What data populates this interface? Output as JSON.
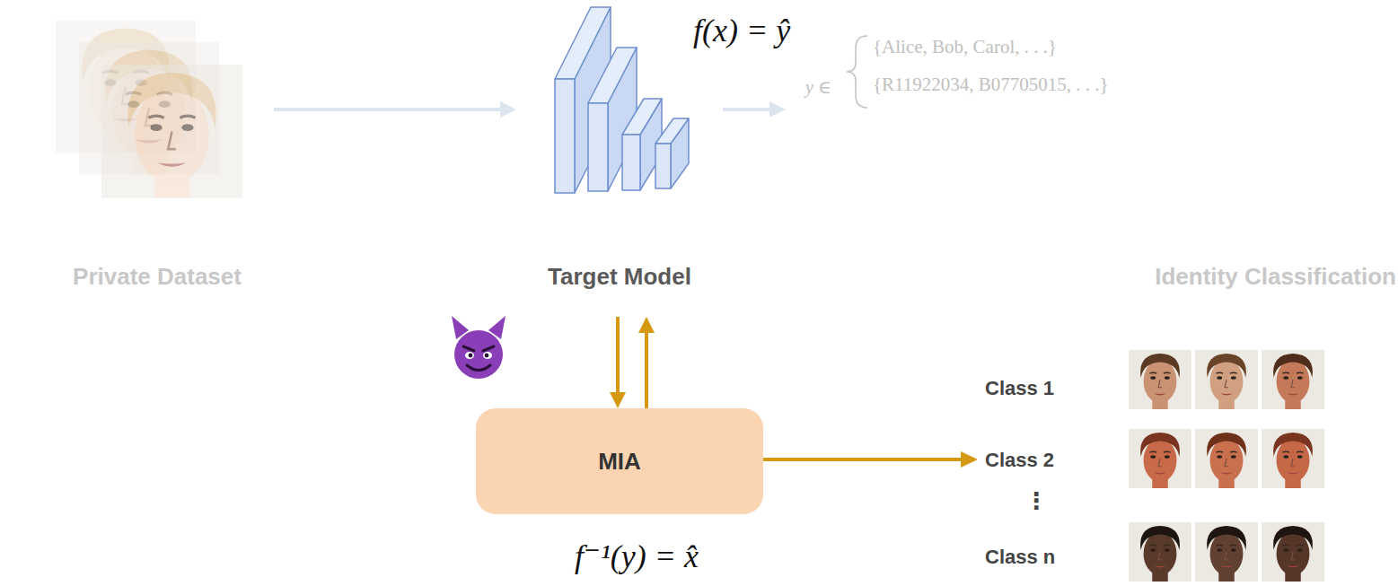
{
  "diagram": {
    "nodes": [
      {
        "text": [
          "Private Dataset"
        ]
      },
      {
        "text": [
          "Target Model"
        ]
      },
      {
        "text": [
          "Identity Classification"
        ]
      },
      {
        "text": [
          "MIA"
        ]
      }
    ],
    "edges": [
      {
        "from": 0,
        "to": 1,
        "arrow": "to"
      },
      {
        "from": 1,
        "to": 2,
        "arrow": "to"
      },
      {
        "from": 1,
        "to": 3,
        "arrow": "to"
      },
      {
        "from": 3,
        "to": 1,
        "arrow": "to"
      }
    ],
    "labels": [
      "f(x) = ŷ",
      "y ∈",
      "{Alice, Bob, Carol, . . .}",
      "{R11922034, B07705015, . . .}",
      "f⁻¹(y) = x̂",
      "Class 1",
      "Class 2",
      "⋮",
      "Class n"
    ]
  }
}
